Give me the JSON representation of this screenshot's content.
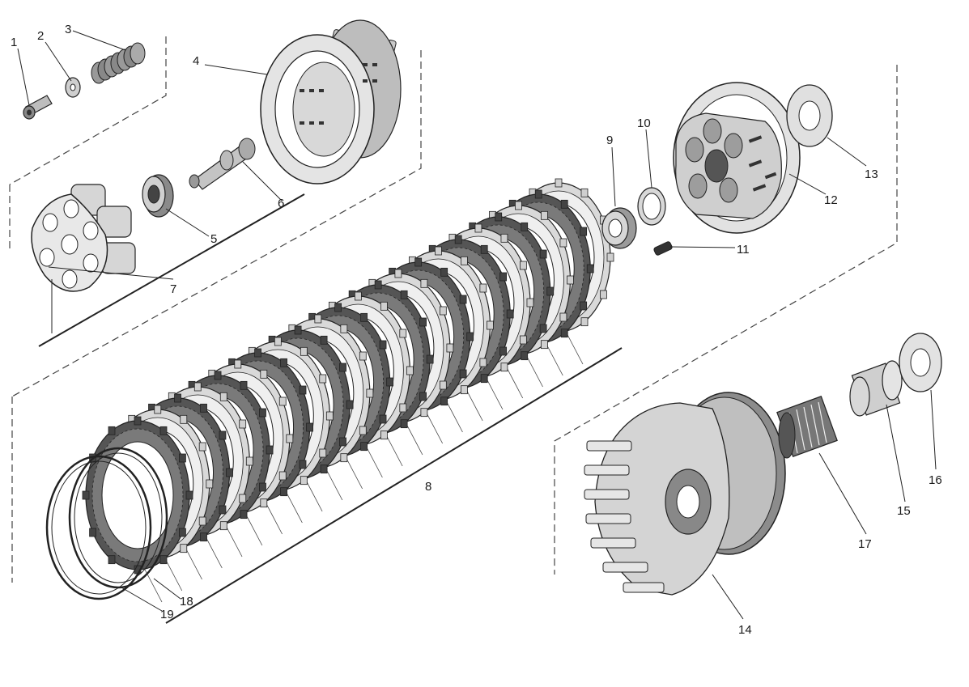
{
  "diagram": {
    "callouts": [
      "1",
      "2",
      "3",
      "4",
      "5",
      "6",
      "7",
      "8",
      "9",
      "10",
      "11",
      "12",
      "13",
      "14",
      "15",
      "16",
      "17",
      "18",
      "19"
    ],
    "colors": {
      "ink": "#222222",
      "part_fill": "#bdbdbd",
      "part_dark": "#555555",
      "background": "#ffffff"
    }
  }
}
